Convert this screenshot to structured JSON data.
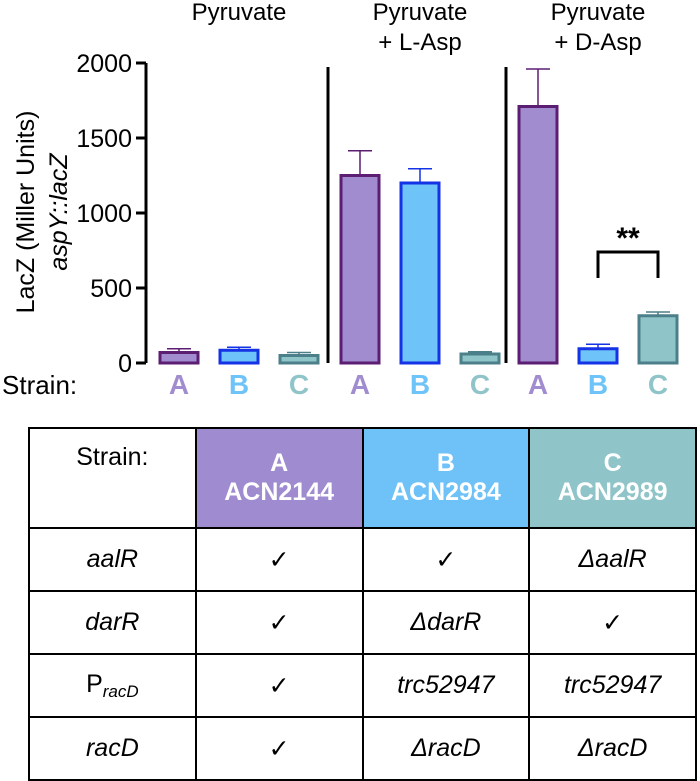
{
  "chart_data": {
    "type": "bar",
    "ylabel": "LacZ (Miller Units)",
    "ylabel2": "aspY::lacZ",
    "ylim": [
      0,
      2000
    ],
    "yticks": [
      0,
      500,
      1000,
      1500,
      2000
    ],
    "strain_label": "Strain:",
    "groups": [
      {
        "title": [
          "Pyruvate"
        ],
        "bars": [
          {
            "strain": "A",
            "value": 70,
            "error": 25
          },
          {
            "strain": "B",
            "value": 85,
            "error": 20
          },
          {
            "strain": "C",
            "value": 50,
            "error": 20
          }
        ]
      },
      {
        "title": [
          "Pyruvate",
          "+ L-Asp"
        ],
        "bars": [
          {
            "strain": "A",
            "value": 1250,
            "error": 165
          },
          {
            "strain": "B",
            "value": 1200,
            "error": 95
          },
          {
            "strain": "C",
            "value": 60,
            "error": 15
          }
        ]
      },
      {
        "title": [
          "Pyruvate",
          "+ D-Asp"
        ],
        "bars": [
          {
            "strain": "A",
            "value": 1710,
            "error": 250
          },
          {
            "strain": "B",
            "value": 95,
            "error": 30
          },
          {
            "strain": "C",
            "value": 315,
            "error": 25
          }
        ]
      }
    ],
    "annotation": {
      "text": "**",
      "group": 2,
      "from_bar": 1,
      "to_bar": 2
    },
    "strain_colors": {
      "A": {
        "fill": "#a08ccf",
        "stroke": "#5c1e73",
        "label": "#a08ccf"
      },
      "B": {
        "fill": "#6ec3f8",
        "stroke": "#1432e6",
        "label": "#6ec3f8"
      },
      "C": {
        "fill": "#8fc4c9",
        "stroke": "#4b7f89",
        "label": "#8fc4c9"
      }
    }
  },
  "table": {
    "header": {
      "strain_label": "Strain:",
      "A": {
        "letter": "A",
        "id": "ACN2144"
      },
      "B": {
        "letter": "B",
        "id": "ACN2984"
      },
      "C": {
        "letter": "C",
        "id": "ACN2989"
      }
    },
    "rows": [
      {
        "gene": "aalR",
        "A": "✓",
        "B": "✓",
        "C": "ΔaalR"
      },
      {
        "gene": "darR",
        "A": "✓",
        "B": "ΔdarR",
        "C": "✓"
      },
      {
        "gene": "P",
        "gene_sub": "racD",
        "A": "✓",
        "B": "trc52947",
        "C": "trc52947"
      },
      {
        "gene": "racD",
        "A": "✓",
        "B": "ΔracD",
        "C": "ΔracD"
      }
    ],
    "colors": {
      "A": "#9f8bcf",
      "B": "#6fc2f7",
      "C": "#8fc4c9"
    }
  }
}
